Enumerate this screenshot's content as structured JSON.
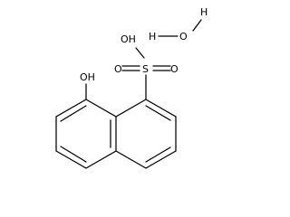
{
  "molecule": {
    "labels": {
      "hydroxyl": "OH",
      "sulfonic_hydroxyl": "OH",
      "sulfur": "S",
      "sulfonyl_oxygen_left": "O",
      "sulfonyl_oxygen_right": "O",
      "water_hydrogen_left": "H",
      "water_oxygen": "O",
      "water_hydrogen_right": "H"
    }
  }
}
